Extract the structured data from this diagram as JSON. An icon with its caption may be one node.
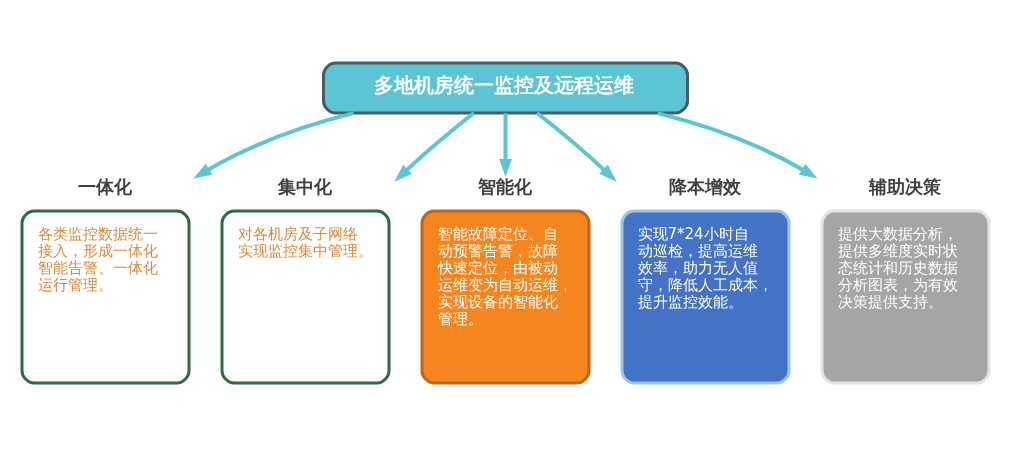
{
  "diagram": {
    "nodes": [
      {
        "text": [
          "多地机房统一监控及远程运维"
        ]
      },
      {
        "text": [
          "一体化",
          "各类监控数据统一接入，形成一体化智能告警、一体化运行管理。"
        ]
      },
      {
        "text": [
          "集中化",
          "对各机房及子网络实现监控集中管理。"
        ]
      },
      {
        "text": [
          "智能化",
          "智能故障定位、自动预警告警，故障快速定位，由被动运维变为自动运维，实现设备的智能化管理。"
        ]
      },
      {
        "text": [
          "降本增效",
          "实现7*24小时自动巡检，提高运维效率，助力无人值守，降低人工成本，提升监控效能。"
        ]
      },
      {
        "text": [
          "辅助决策",
          "提供大数据分析，提供多维度实时状态统计和历史数据分析图表，为有效决策提供支持。"
        ]
      }
    ],
    "edges": [
      {
        "from": 0,
        "to": 1,
        "arrow": "to"
      },
      {
        "from": 0,
        "to": 2,
        "arrow": "to"
      },
      {
        "from": 0,
        "to": 3,
        "arrow": "to"
      },
      {
        "from": 0,
        "to": 4,
        "arrow": "to"
      },
      {
        "from": 0,
        "to": 5,
        "arrow": "to"
      }
    ]
  }
}
